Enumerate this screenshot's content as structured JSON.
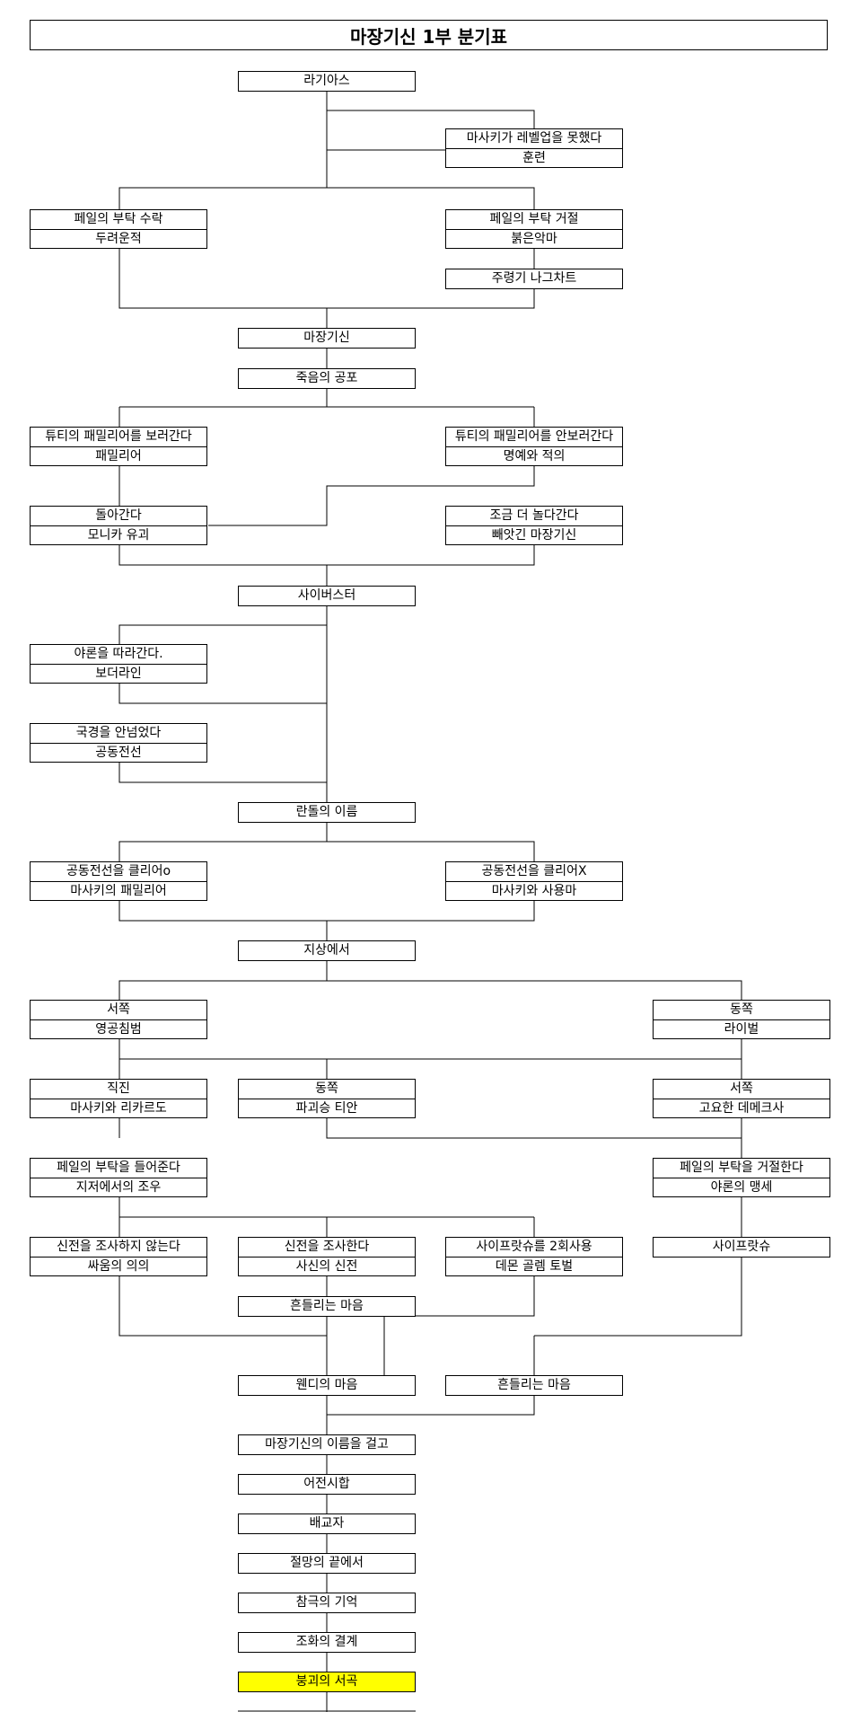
{
  "title": "마장기신 1부 분기표",
  "nodes": {
    "n1": {
      "title": "라기아스"
    },
    "n2": {
      "title": "마사키가 레벨업을 못했다",
      "sub": "훈련"
    },
    "n3": {
      "title": "페일의 부탁 수락",
      "sub": "두려운적"
    },
    "n4": {
      "title": "페일의 부탁 거절",
      "sub": "붉은악마"
    },
    "n5": {
      "title": "주령기 나그차트"
    },
    "n6": {
      "title": "마장기신"
    },
    "n7": {
      "title": "죽음의 공포"
    },
    "n8": {
      "title": "튜티의 패밀리어를 보러간다",
      "sub": "패밀리어"
    },
    "n9": {
      "title": "튜티의 패밀리어를 안보러간다",
      "sub": "명예와 적의"
    },
    "n10": {
      "title": "돌아간다",
      "sub": "모니카 유괴"
    },
    "n11": {
      "title": "조금 더 놀다간다",
      "sub": "빼앗긴 마장기신"
    },
    "n12": {
      "title": "사이버스터"
    },
    "n13": {
      "title": "야론을 따라간다.",
      "sub": "보더라인"
    },
    "n14": {
      "title": "국경을 안넘었다",
      "sub": "공동전선"
    },
    "n15": {
      "title": "란돌의 이름"
    },
    "n16": {
      "title": "공동전선을 클리어o",
      "sub": "마사키의 패밀리어"
    },
    "n17": {
      "title": "공동전선을 클리어X",
      "sub": "마사키와 사용마"
    },
    "n18": {
      "title": "지상에서"
    },
    "n19": {
      "title": "서쪽",
      "sub": "영공침범"
    },
    "n20": {
      "title": "동쪽",
      "sub": "라이벌"
    },
    "n21": {
      "title": "직진",
      "sub": "마사키와 리카르도"
    },
    "n22": {
      "title": "동쪽",
      "sub": "파괴승 티안"
    },
    "n23": {
      "title": "서쪽",
      "sub": "고요한 데메크사"
    },
    "n24": {
      "title": "페일의 부탁을 들어준다",
      "sub": "지저에서의 조우"
    },
    "n25": {
      "title": "페일의 부탁을 거절한다",
      "sub": "야론의 맹세"
    },
    "n26": {
      "title": "신전을 조사하지 않는다",
      "sub": "싸움의 의의"
    },
    "n27": {
      "title": "신전을 조사한다",
      "sub": "사신의 신전"
    },
    "n28": {
      "title": "사이프랏슈를 2회사용",
      "sub": "데몬 골렘 토벌"
    },
    "n29": {
      "title": "사이프랏슈"
    },
    "n30": {
      "title": "흔들리는 마음"
    },
    "n31": {
      "title": "웬디의 마음"
    },
    "n32": {
      "title": "흔들리는 마음"
    },
    "n33": {
      "title": "마장기신의 이름을 걸고"
    },
    "n34": {
      "title": "어전시합"
    },
    "n35": {
      "title": "배교자"
    },
    "n36": {
      "title": "절망의 끝에서"
    },
    "n37": {
      "title": "참극의 기억"
    },
    "n38": {
      "title": "조화의 결계"
    },
    "n39": {
      "title": "붕괴의 서곡"
    }
  },
  "colors": {
    "line": "#000000",
    "highlight": "#ffff00",
    "box": "#ffffff"
  }
}
